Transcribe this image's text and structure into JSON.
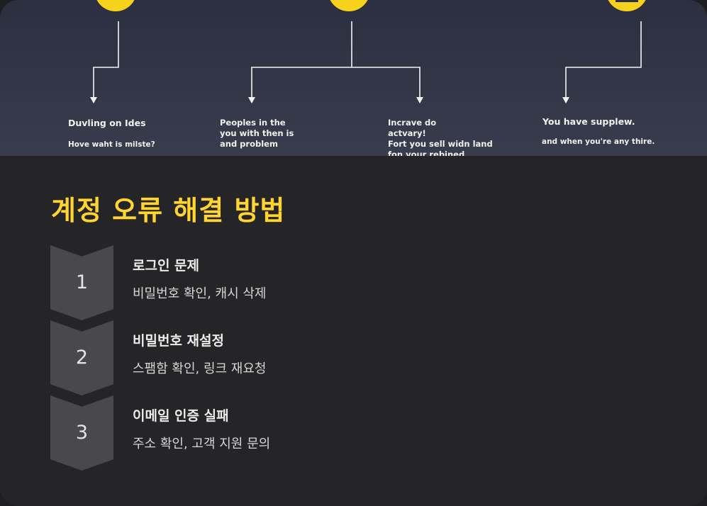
{
  "banner": {
    "captions": [
      {
        "title": "Duvling on Ides",
        "subtitle": "Hove waht is milste?"
      },
      {
        "title": "Peoples in the\nyou with then is\nand problem",
        "subtitle": ""
      },
      {
        "title": "Incrave do\nactvary!\nFort you sell widn land\nfon your rebined",
        "subtitle": ""
      },
      {
        "title": "You have supplew.",
        "subtitle": "and when you're any thire."
      }
    ]
  },
  "section": {
    "title": "계정 오류 해결 방법"
  },
  "steps": [
    {
      "number": "1",
      "title": "로그인 문제",
      "description": "비밀번호 확인, 캐시 삭제"
    },
    {
      "number": "2",
      "title": "비밀번호 재설정",
      "description": "스팸함 확인, 링크 재요청"
    },
    {
      "number": "3",
      "title": "이메일 인증 실패",
      "description": "주소 확인, 고객 지원 문의"
    }
  ],
  "colors": {
    "accent": "#ffd52e",
    "background": "#252528",
    "banner": "#33374a",
    "chevron": "#49494d"
  }
}
